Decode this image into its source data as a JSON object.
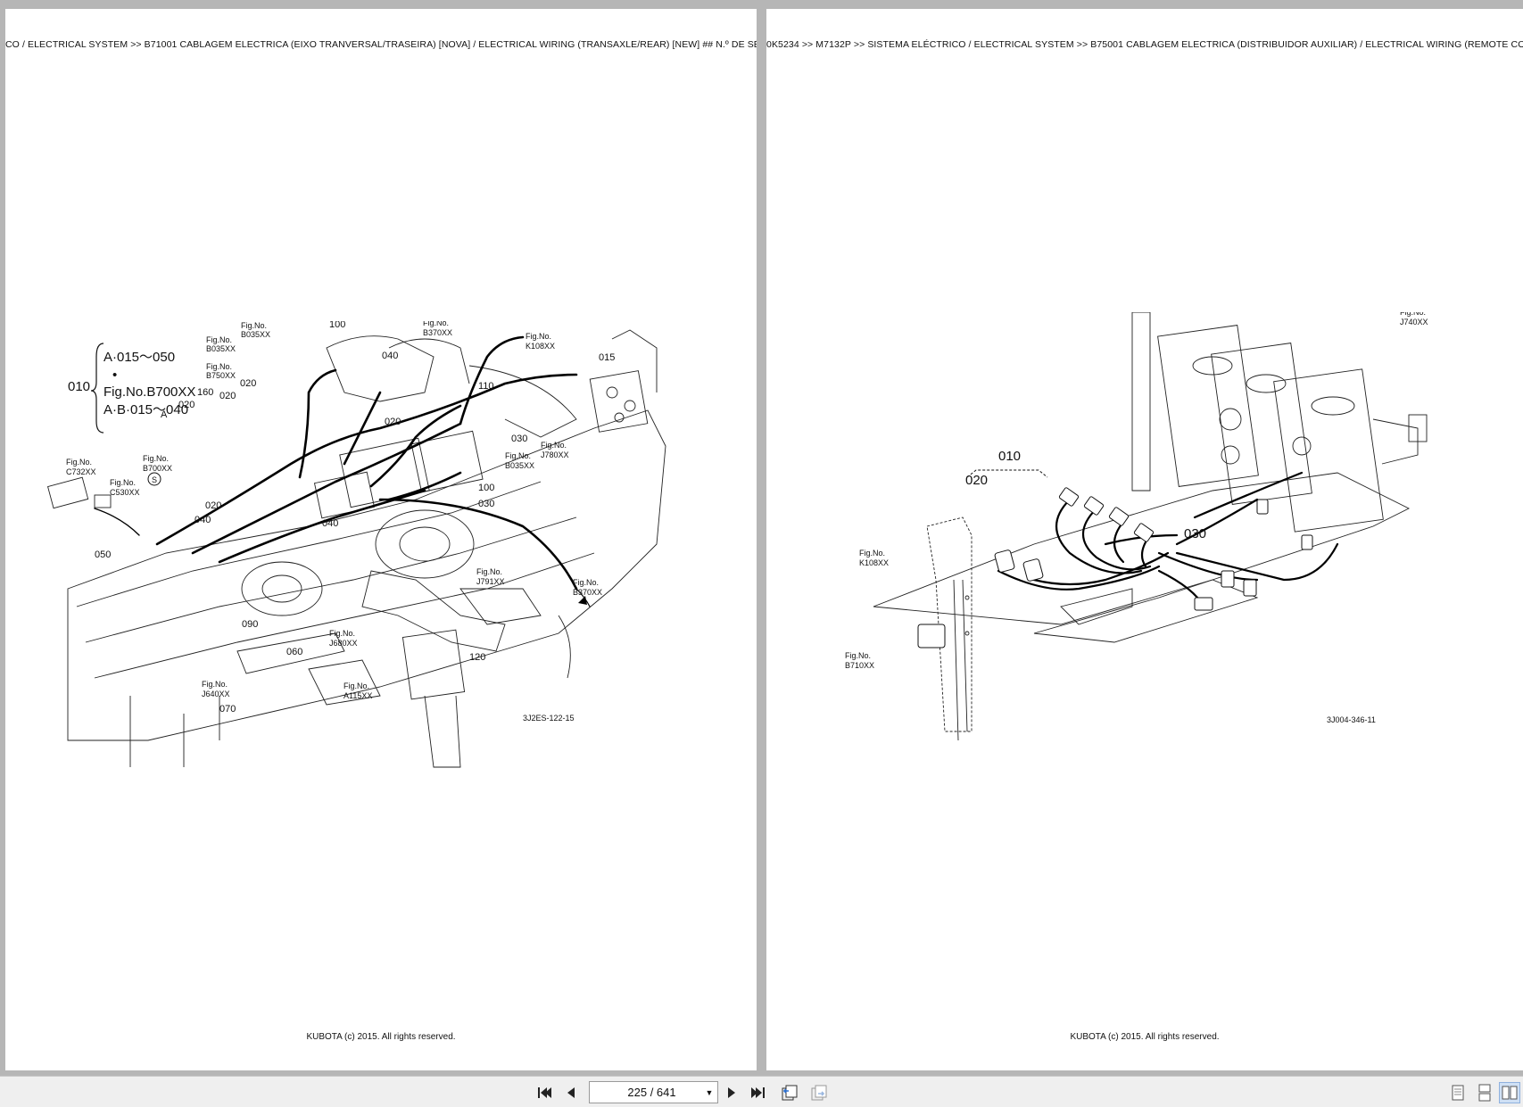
{
  "left_page": {
    "header": "CO / ELECTRICAL SYSTEM >> B71001 CABLAGEM ELECTRICA (EIXO TRANVERSAL/TRASEIRA) [NOVA] / ELECTRICAL WIRING (TRANSAXLE/REAR) [NEW] ## N.º DE SÉRIE>",
    "footer": "KUBOTA (c) 2015. All rights reserved.",
    "figure_code": "3J2ES-122-15",
    "legend": {
      "ref": "010",
      "line1": "A·015～050",
      "line2": "•",
      "line3": "Fig.No.B700XX",
      "line4": "A·B·015～040"
    },
    "fig_label": "Fig.No.",
    "refs": {
      "b035_a": "B035XX",
      "b750": "B750XX",
      "b370_top": "B370XX",
      "k108": "K108XX",
      "b700": "B700XX",
      "c732": "C732XX",
      "c530": "C530XX",
      "b035_b": "B035XX",
      "j780": "J780XX",
      "j791": "J791XX",
      "b370_bottom": "B370XX",
      "j680": "J680XX",
      "j640": "J640XX",
      "a115": "A115XX",
      "b035_c": "B035XX"
    },
    "callouts": {
      "c100a": "100",
      "c040a": "040",
      "c110": "110",
      "c015": "015",
      "c160": "160",
      "c020a": "020",
      "c020b": "020",
      "c020c": "020",
      "c020d": "020",
      "c020e": "020",
      "cA": "A",
      "cS": "S",
      "c030a": "030",
      "c100b": "100",
      "c030b": "030",
      "c040b": "040",
      "c040c": "040",
      "c050": "050",
      "c090": "090",
      "c060": "060",
      "c120": "120",
      "c070": "070"
    }
  },
  "right_page": {
    "header": "0K5234 >> M7132P >> SISTEMA ELÉCTRICO / ELECTRICAL SYSTEM >> B75001 CABLAGEM ELECTRICA (DISTRIBUIDOR AUXILIAR) / ELECTRICAL WIRING (REMOTE CONTRO",
    "footer": "KUBOTA (c) 2015. All rights reserved.",
    "figure_code": "3J004-346-11",
    "fig_label": "Fig.No.",
    "refs": {
      "j740": "J740XX",
      "k108": "K108XX",
      "b710": "B710XX"
    },
    "callouts": {
      "c010": "010",
      "c020": "020",
      "c030": "030"
    }
  },
  "toolbar": {
    "page_indicator": "225 / 641",
    "icons": [
      "first-page-icon",
      "prev-page-icon",
      "next-page-icon",
      "last-page-icon",
      "go-back-icon",
      "go-forward-icon",
      "single-page-view-icon",
      "continuous-view-icon",
      "facing-pages-view-icon"
    ]
  }
}
